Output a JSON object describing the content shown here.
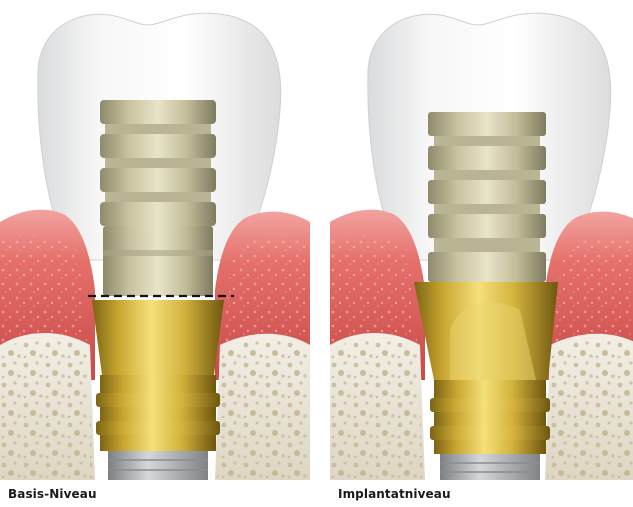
{
  "panels": [
    {
      "caption": "Basis-Niveau"
    },
    {
      "caption": "Implantatniveau"
    }
  ],
  "colors": {
    "tooth": "#f2f2f2",
    "gum": "#d8524f",
    "bone": "#e7e1cf",
    "gold": "#d8b43a",
    "abutment": "#c7c3a5",
    "implant": "#b0b3b6",
    "dashed_line": "#111111"
  },
  "icons": [
    "tooth-illustration",
    "implant-illustration"
  ]
}
